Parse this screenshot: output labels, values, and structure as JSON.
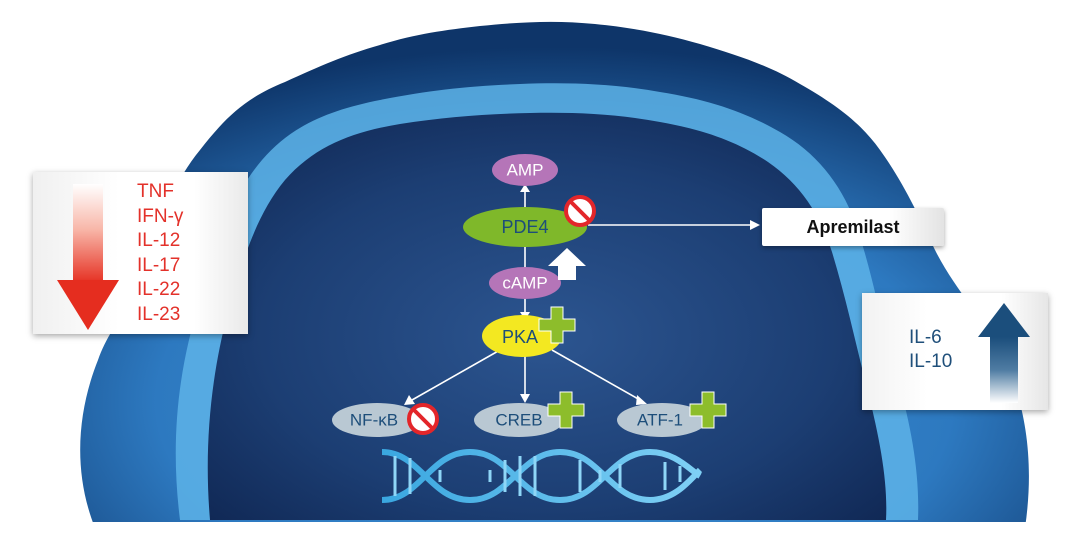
{
  "diagram": {
    "drug": "Apremilast",
    "nodes": {
      "amp": "AMP",
      "pde4": "PDE4",
      "camp": "cAMP",
      "pka": "PKA",
      "nfkb": "NF-κB",
      "creb": "CREB",
      "atf1": "ATF-1"
    },
    "downregulated": [
      "TNF",
      "IFN-γ",
      "IL-12",
      "IL-17",
      "IL-22",
      "IL-23"
    ],
    "upregulated": [
      "IL-6",
      "IL-10"
    ],
    "colors": {
      "down_text": "#e3312a",
      "up_text": "#1f4f7a",
      "pde4_fill": "#7fb82a",
      "pka_fill": "#f3e821",
      "amp_fill": "#b575b8",
      "tf_fill": "#b9c8d3",
      "inhibit_red": "#e3262a",
      "plus_green": "#8dbd2b"
    },
    "symbols": {
      "pde4_mark": "no-symbol-icon",
      "nfkb_mark": "no-symbol-icon",
      "pka_mark": "plus-icon",
      "creb_mark": "plus-icon",
      "atf1_mark": "plus-icon",
      "camp_mark": "up-arrow-icon"
    }
  }
}
